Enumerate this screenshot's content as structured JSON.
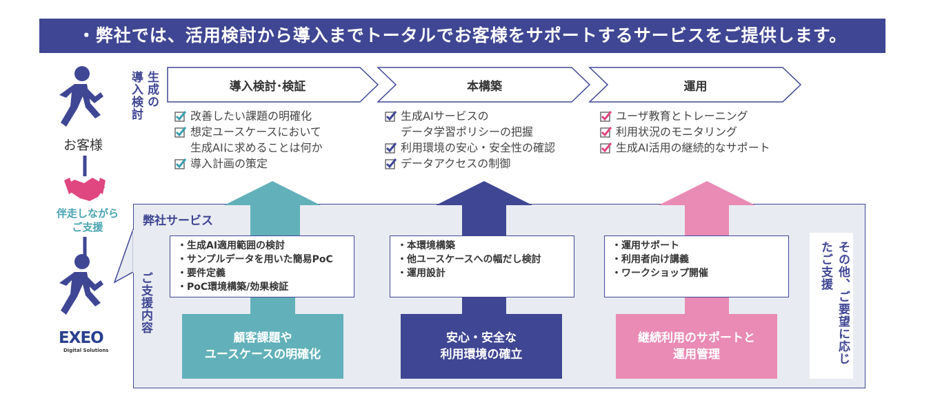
{
  "banner": "・弊社では、活用検討から導入までトータルでお客様をサポートするサービスをご提供します。",
  "side": {
    "genai_label": "生成の",
    "intro_label": "導入検討",
    "customer": "お客様",
    "support": [
      "伴走しながら",
      "ご支援"
    ],
    "support_content_label": "ご支援内容",
    "logo": "EXEO",
    "logo_sub": "Digital Solutions"
  },
  "stages": [
    {
      "label": "導入検討･検証",
      "checks": [
        {
          "lines": [
            "改善したい課題の明確化"
          ]
        },
        {
          "lines": [
            "想定ユースケースにおいて",
            "生成AIに求めることは何か"
          ]
        },
        {
          "lines": [
            "導入計画の策定"
          ]
        }
      ]
    },
    {
      "label": "本構築",
      "checks": [
        {
          "lines": [
            "生成AIサービスの",
            "データ学習ポリシーの把握"
          ]
        },
        {
          "lines": [
            "利用環境の安心・安全性の確認"
          ]
        },
        {
          "lines": [
            "データアクセスの制御"
          ]
        }
      ]
    },
    {
      "label": "運用",
      "checks": [
        {
          "lines": [
            "ユーザ教育とトレーニング"
          ]
        },
        {
          "lines": [
            "利用状況のモニタリング"
          ]
        },
        {
          "lines": [
            "生成AI活用の継続的なサポート"
          ]
        }
      ]
    }
  ],
  "panel_title": "弊社サービス",
  "services": [
    {
      "items": [
        "・生成AI適用範囲の検討",
        "・サンプルデータを用いた簡易PoC",
        "・要件定義",
        "・PoC環境構築/効果検証"
      ],
      "base": [
        "顧客課題や",
        "ユースケースの明確化"
      ]
    },
    {
      "items": [
        "・本環境構築",
        "・他ユースケースへの幅だし検討",
        "・運用設計"
      ],
      "base": [
        "安心・安全な",
        "利用環境の確立"
      ]
    },
    {
      "items": [
        "・運用サポート",
        "・利用者向け講義",
        "・ワークショップ開催"
      ],
      "base": [
        "継続利用のサポートと",
        "運用管理"
      ]
    }
  ],
  "other": "その他、ご要望に応じたご支援",
  "colors": {
    "navy": "#3f4693",
    "teal": "#62b1ba",
    "pink": "#e98bb5",
    "check_teal": "#3aa0ad",
    "check_pink": "#e0467f"
  }
}
